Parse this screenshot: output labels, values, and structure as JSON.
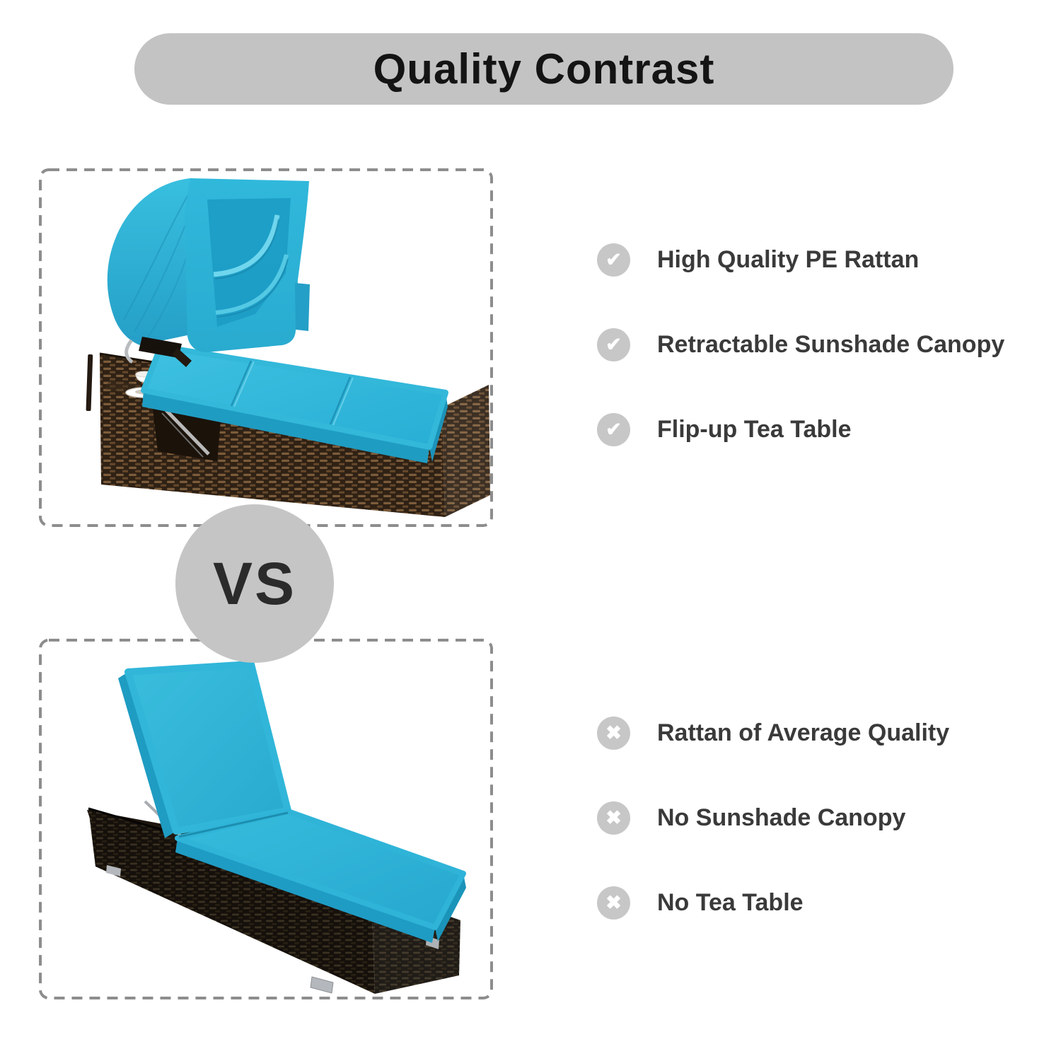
{
  "header": {
    "title": "Quality Contrast"
  },
  "comparison": {
    "vs_label": "VS"
  },
  "icons": {
    "check": "✔",
    "cross": "✖"
  },
  "pros": {
    "items": [
      {
        "icon": "check-icon",
        "label": "High Quality PE Rattan"
      },
      {
        "icon": "check-icon",
        "label": "Retractable Sunshade Canopy"
      },
      {
        "icon": "check-icon",
        "label": "Flip-up Tea Table"
      }
    ]
  },
  "cons": {
    "items": [
      {
        "icon": "cross-icon",
        "label": "Rattan of Average Quality"
      },
      {
        "icon": "cross-icon",
        "label": "No Sunshade Canopy"
      },
      {
        "icon": "cross-icon",
        "label": "No Tea Table"
      }
    ]
  },
  "colors": {
    "banner_gray": "#c3c3c3",
    "badge_gray": "#c5c5c5",
    "icon_circle_gray": "#c7c7c7",
    "dashed_border_gray": "#8d8d8d",
    "accent_turquoise": "#2eb6d9",
    "rattan_brown": "#2f2114",
    "rattan_black": "#15100b",
    "text_dark": "#3a3a3a"
  }
}
